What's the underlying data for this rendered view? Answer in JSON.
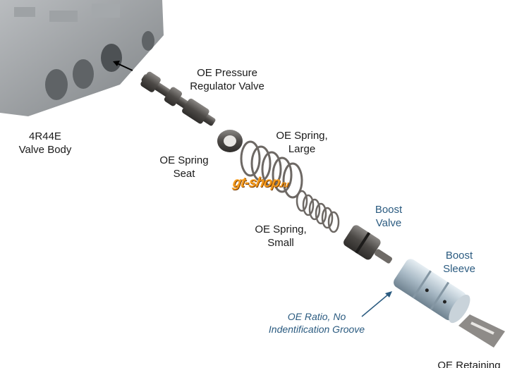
{
  "labels": {
    "pressure_regulator": [
      "OE Pressure",
      "Regulator Valve"
    ],
    "valve_body": [
      "4R44E",
      "Valve Body"
    ],
    "spring_seat": [
      "OE Spring",
      "Seat"
    ],
    "spring_large": [
      "OE Spring,",
      "Large"
    ],
    "spring_small": [
      "OE Spring,",
      "Small"
    ],
    "boost_valve": [
      "Boost",
      "Valve"
    ],
    "boost_sleeve": [
      "Boost",
      "Sleeve"
    ],
    "ratio_note": [
      "OE Ratio, No",
      "Indentification Groove"
    ],
    "retaining_clip": [
      "OE Retaining"
    ]
  },
  "watermark": {
    "main": "gt-shop",
    "suffix": ".ru"
  },
  "colors": {
    "label": "#1a1a1a",
    "accent_blue": "#2b5b80",
    "watermark": "#f59a1b"
  }
}
